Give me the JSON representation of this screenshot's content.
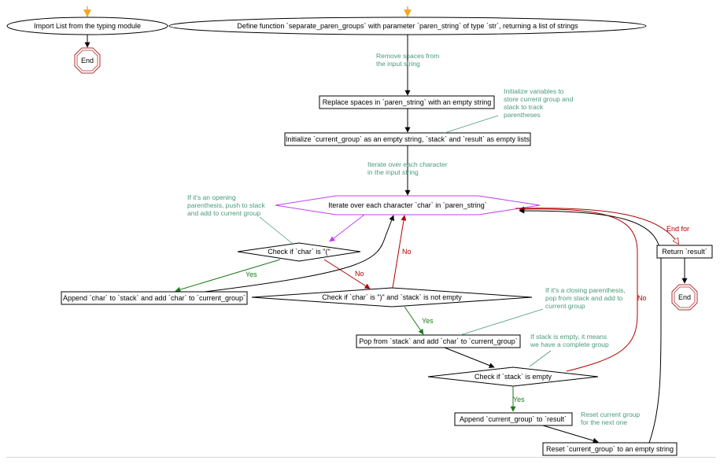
{
  "colors": {
    "start_arrow": "#f5a623",
    "end_node": "#b03030",
    "loop_node": "#c040f0",
    "yes_edge": "#1a7a1a",
    "no_edge": "#b00000",
    "note": "#4a9a7a",
    "default_edge": "#000000"
  },
  "nodes": {
    "import": "Import List from the typing module",
    "end_left": "End",
    "define": "Define function `separate_paren_groups` with parameter `paren_string` of type `str`, returning a list of strings",
    "replace": "Replace spaces in `paren_string` with an empty string",
    "init": "Initialize `current_group` as an empty string, `stack` and `result` as empty lists",
    "loop": "Iterate over each character `char` in `paren_string`",
    "check_open": "Check if `char` is \"(\"",
    "append_stack": "Append `char` to `stack` and add `char` to `current_group`",
    "check_close": "Check if `char` is \")\" and `stack` is not empty",
    "pop": "Pop from `stack` and add `char` to `current_group`",
    "check_empty": "Check if `stack` is empty",
    "append_result": "Append `current_group` to `result`",
    "reset": "Reset `current_group` to an empty string",
    "return": "Return `result`",
    "end_right": "End"
  },
  "notes": {
    "remove_spaces": [
      "Remove spaces from",
      "the input string"
    ],
    "init_vars": [
      "Initialize variables to",
      "store current group and",
      "stack to track",
      "parentheses"
    ],
    "iterate": [
      "Iterate over each character",
      "in the input string"
    ],
    "opening": [
      "If it's an opening",
      "parenthesis, push to stack",
      "and add to current group"
    ],
    "closing": [
      "If it's a closing parenthesis,",
      "pop from stack and add to",
      "current group"
    ],
    "stack_empty": [
      "If stack is empty, it means",
      "we have a complete group"
    ],
    "reset_note": [
      "Reset current group",
      "for the next one"
    ]
  },
  "edge_labels": {
    "yes_open": "Yes",
    "no_open": "No",
    "no_close": "No",
    "yes_close": "Yes",
    "yes_empty": "Yes",
    "no_empty": "No",
    "end_for": "End for"
  }
}
